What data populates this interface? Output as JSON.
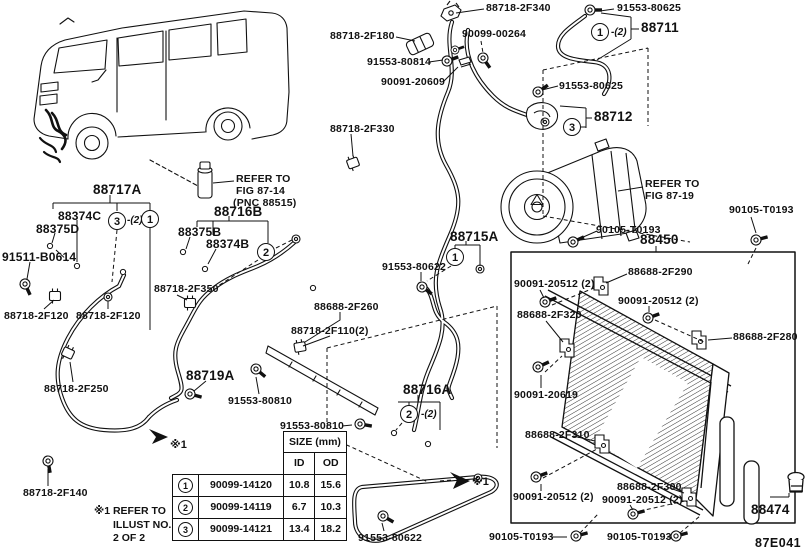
{
  "code": "87E041",
  "callouts": {
    "c1": "1",
    "c2": "2",
    "c3": "3",
    "qty2": "-(2)",
    "star1": "※1"
  },
  "refs": {
    "fig14_1": "REFER TO",
    "fig14_2": "FIG 87-14",
    "fig14_3": "(PNC 88515)",
    "fig19_1": "REFER TO",
    "fig19_2": "FIG 87-19"
  },
  "footnote": {
    "l1": "※1 REFER TO",
    "l2": "ILLUST NO.",
    "l3": "2 OF 2"
  },
  "labels": {
    "l340": "88718-2F340",
    "l625a": "91553-80625",
    "l180": "88718-2F180",
    "l00264": "90099-00264",
    "l80814": "91553-80814",
    "l20609": "90091-20609",
    "l88711": "88711",
    "l625b": "91553-80625",
    "l88712": "88712",
    "lT0193a": "90105-T0193",
    "lT0193b": "90105-T0193",
    "l88450": "88450",
    "l2F290": "88688-2F290",
    "l20512a": "90091-20512 (2)",
    "l20512b": "90091-20512 (2)",
    "l2F320": "88688-2F320",
    "l20619": "90091-20619",
    "l2F280": "88688-2F280",
    "l2F310": "88688-2F310",
    "l20512c": "90091-20512 (2)",
    "l2F300": "88688-2F300",
    "l20512d": "90091-20512 (2)",
    "lT0193c": "90105-T0193",
    "lT0193d": "90105-T0193",
    "l88474": "88474",
    "l2F330": "88718-2F330",
    "l88716B": "88716B",
    "l88375B": "88375B",
    "l88374B": "88374B",
    "l2F350": "88718-2F350",
    "l2F260": "88688-2F260",
    "l2F110": "88718-2F110(2)",
    "l88719A": "88719A",
    "l80810a": "91553-80810",
    "l80810b": "91553-80810",
    "l88716A": "88716A",
    "l88715A": "88715A",
    "l80622a": "91553-80622",
    "l80622b": "91553-80622",
    "l88717A": "88717A",
    "l88374C": "88374C",
    "l88375D": "88375D",
    "l91511": "91511-B0614",
    "l2F120a": "88718-2F120",
    "l2F120b": "88718-2F120",
    "l2F250": "88718-2F250",
    "l2F140": "88718-2F140"
  },
  "table": {
    "title": "SIZE (mm)",
    "col_id": "ID",
    "col_od": "OD",
    "rows": [
      {
        "no": "1",
        "part": "90099-14120",
        "id": "10.8",
        "od": "15.6"
      },
      {
        "no": "2",
        "part": "90099-14119",
        "id": "6.7",
        "od": "10.3"
      },
      {
        "no": "3",
        "part": "90099-14121",
        "id": "13.4",
        "od": "18.2"
      }
    ]
  }
}
